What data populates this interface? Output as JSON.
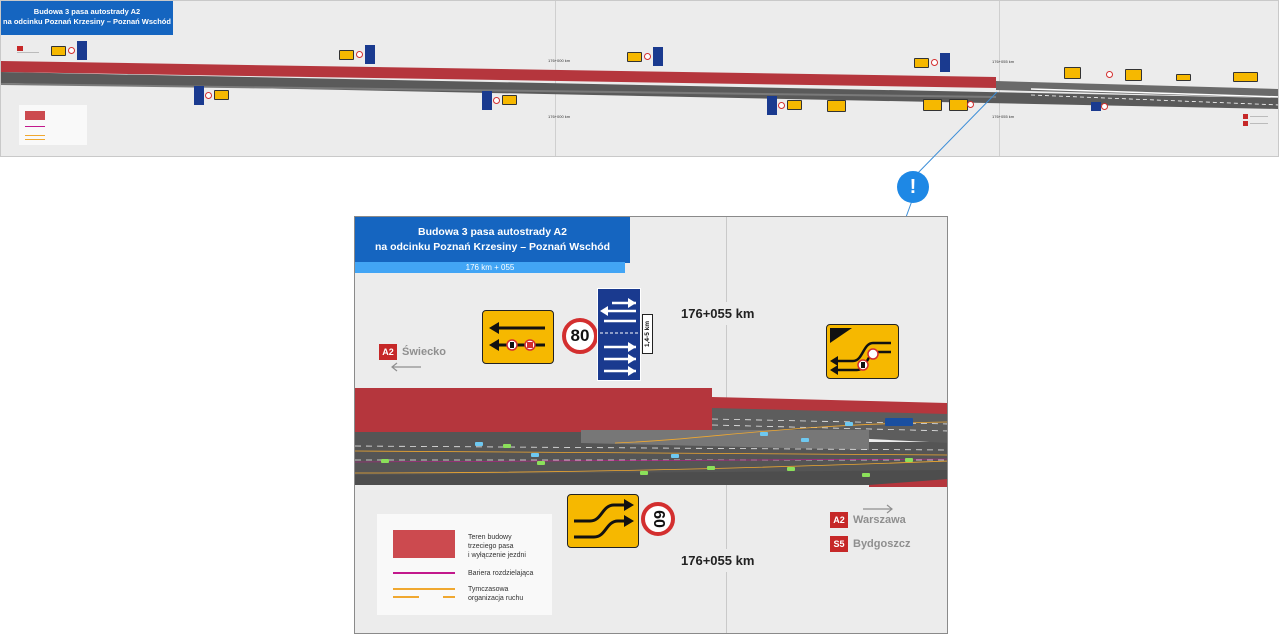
{
  "overview": {
    "title_line1": "Budowa 3 pasa autostrady A2",
    "title_line2": "na odcinku Poznań Krzesiny – Poznań Wschód",
    "km_labels": [
      "176+000 km",
      "176+000 km",
      "176+055 km",
      "176+055 km"
    ],
    "left_badge": "A2",
    "right_badges": [
      "A2",
      "S5"
    ]
  },
  "detail": {
    "title_line1": "Budowa 3 pasa autostrady A2",
    "title_line2": "na odcinku Poznań Krzesiny – Poznań Wschód",
    "subtitle": "176 km + 055",
    "km_top": "176+055 km",
    "km_bottom": "176+055 km",
    "speed_top": "80",
    "speed_bottom": "60",
    "distance_plate": "1,4-5 km",
    "left_destination": {
      "road": "A2",
      "name": "Świecko"
    },
    "right_destinations": [
      {
        "road": "A2",
        "name": "Warszawa"
      },
      {
        "road": "S5",
        "name": "Bydgoszcz"
      }
    ]
  },
  "callout": {
    "symbol": "!"
  },
  "legend": {
    "items": [
      {
        "label_lines": [
          "Teren budowy",
          "trzeciego pasa",
          "i wyłączenie jezdni"
        ],
        "color": "#cc4a4f"
      },
      {
        "label_lines": [
          "Bariera rozdzielająca"
        ],
        "color": "#c2188c"
      },
      {
        "label_lines": [
          "Tymczasowa",
          "organizacja ruchu"
        ],
        "color": "#f0a830"
      }
    ]
  },
  "colors": {
    "accent_blue": "#1565c0",
    "subtitle_blue": "#42a5f5",
    "construction_red": "#b5363d",
    "road_gray": "#5a5a5a",
    "sign_yellow": "#f6b800",
    "sign_blue": "#1a3a8f"
  }
}
